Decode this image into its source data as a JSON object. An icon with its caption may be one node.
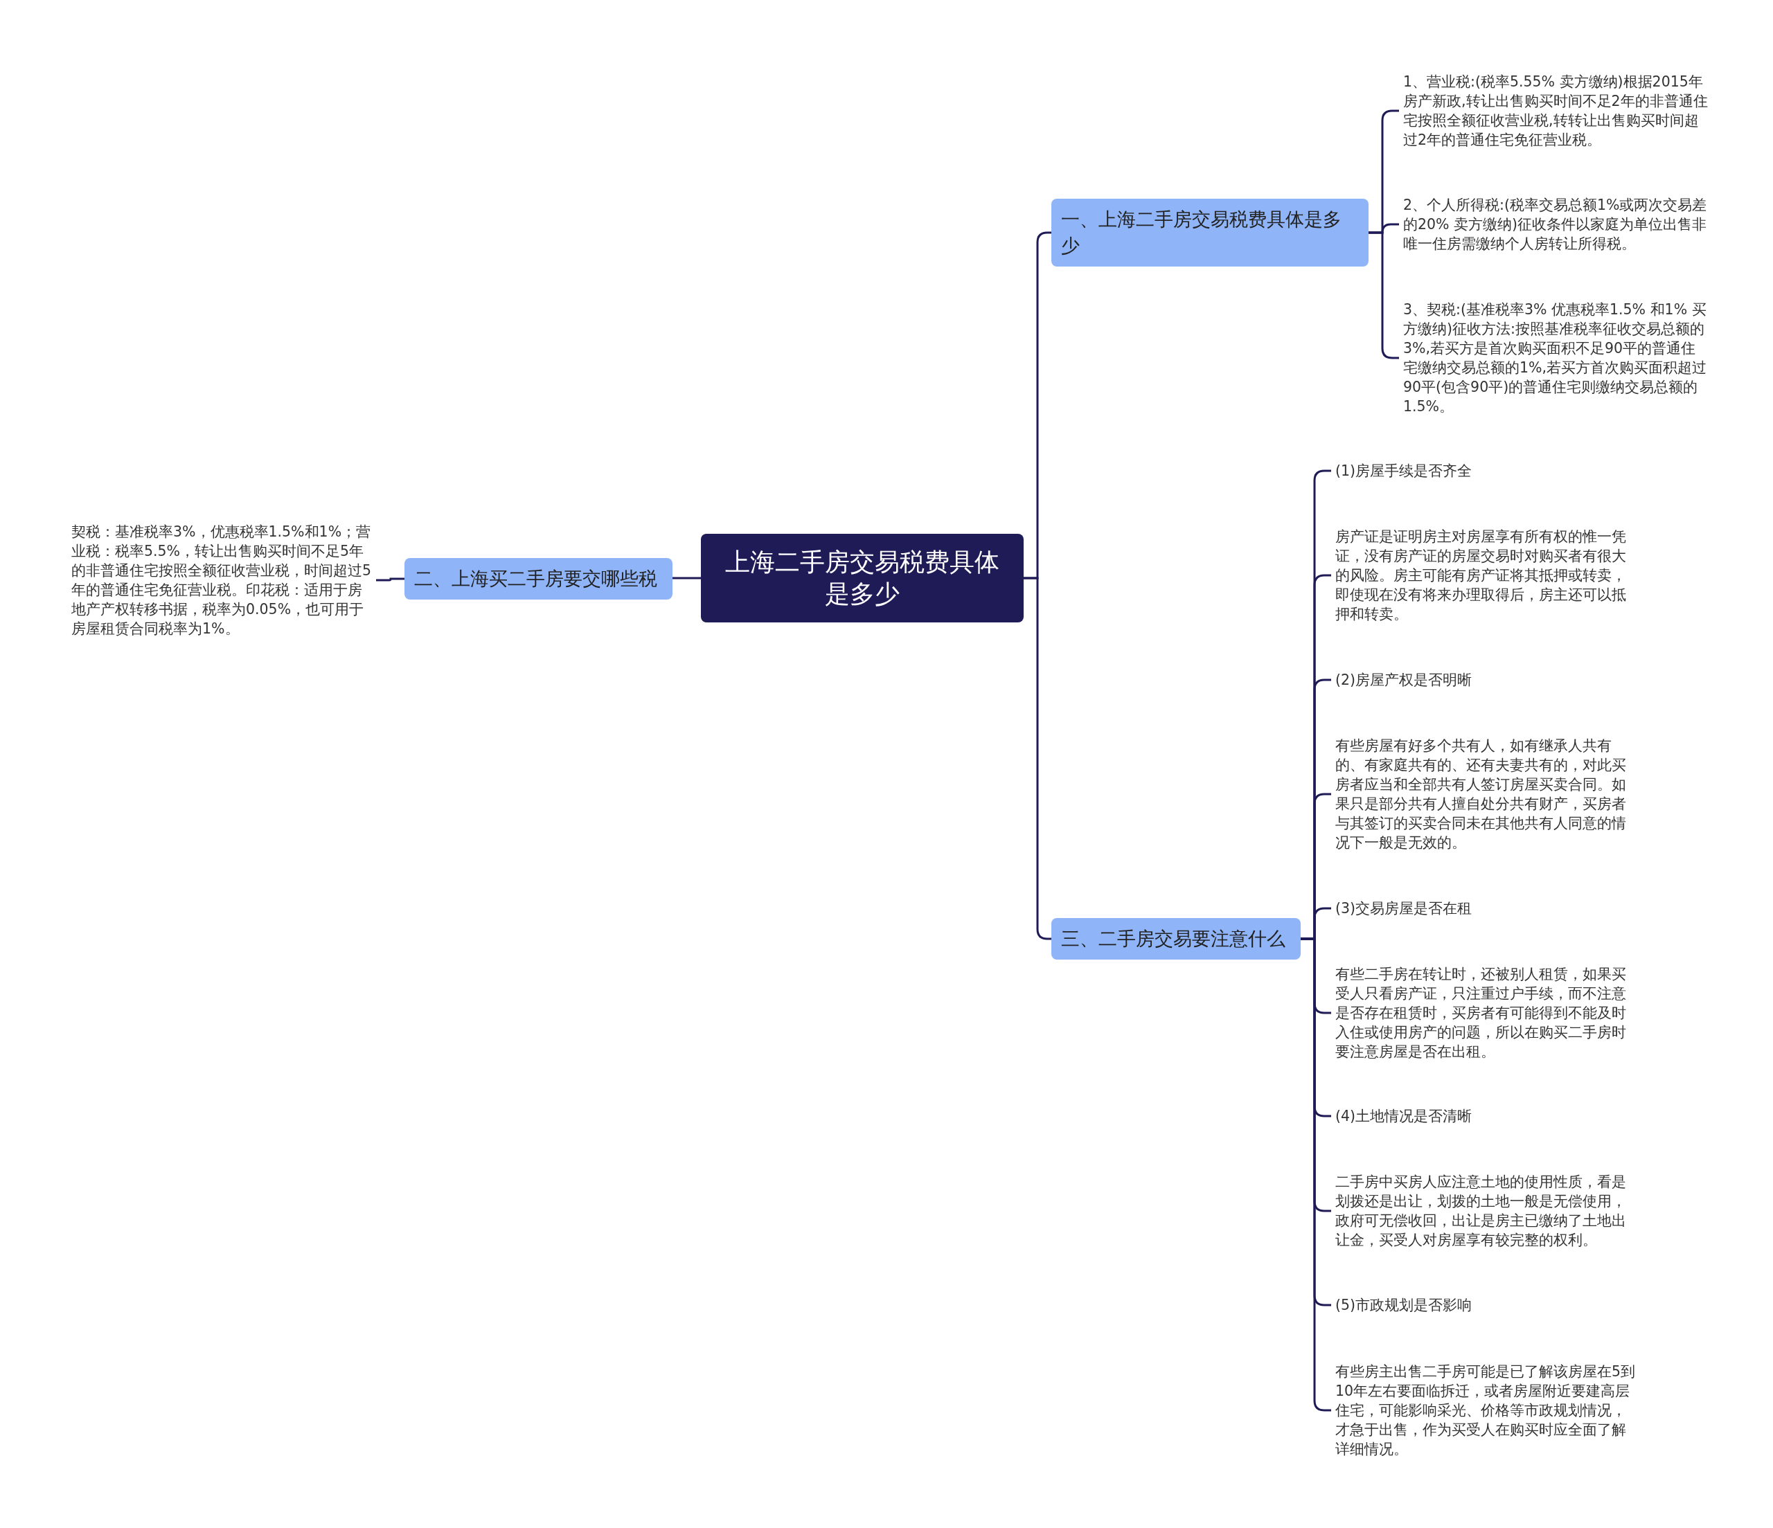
{
  "diagram": {
    "nodes": [
      {
        "text": [
          "上海二手房交易税费具体是多少"
        ]
      },
      {
        "text": [
          "一、上海二手房交易税费具体是多少"
        ]
      },
      {
        "text": [
          "1、营业税:(税率5.55% 卖方缴纳)根据2015年房产新政,转让出售购买时间不足2年的非普通住宅按照全额征收营业税,转转让出售购买时间超过2年的普通住宅免征营业税。"
        ]
      },
      {
        "text": [
          "2、个人所得税:(税率交易总额1%或两次交易差的20% 卖方缴纳)征收条件以家庭为单位出售非唯一住房需缴纳个人房转让所得税。"
        ]
      },
      {
        "text": [
          "3、契税:(基准税率3% 优惠税率1.5% 和1% 买方缴纳)征收方法:按照基准税率征收交易总额的3%,若买方是首次购买面积不足90平的普通住宅缴纳交易总额的1%,若买方首次购买面积超过90平(包含90平)的普通住宅则缴纳交易总额的1.5%。"
        ]
      },
      {
        "text": [
          "二、上海买二手房要交哪些税"
        ]
      },
      {
        "text": [
          "契税：基准税率3%，优惠税率1.5%和1%；营业税：税率5.5%，转让出售购买时间不足5年的非普通住宅按照全额征收营业税，时间超过5年的普通住宅免征营业税。印花税：适用于房地产产权转移书据，税率为0.05%，也可用于房屋租赁合同税率为1%。"
        ]
      },
      {
        "text": [
          "三、二手房交易要注意什么"
        ]
      },
      {
        "text": [
          "(1)房屋手续是否齐全"
        ]
      },
      {
        "text": [
          "房产证是证明房主对房屋享有所有权的惟一凭证，没有房产证的房屋交易时对购买者有很大的风险。房主可能有房产证将其抵押或转卖，即使现在没有将来办理取得后，房主还可以抵押和转卖。"
        ]
      },
      {
        "text": [
          "(2)房屋产权是否明晰"
        ]
      },
      {
        "text": [
          "有些房屋有好多个共有人，如有继承人共有的、有家庭共有的、还有夫妻共有的，对此买房者应当和全部共有人签订房屋买卖合同。如果只是部分共有人擅自处分共有财产，买房者与其签订的买卖合同未在其他共有人同意的情况下一般是无效的。"
        ]
      },
      {
        "text": [
          "(3)交易房屋是否在租"
        ]
      },
      {
        "text": [
          "有些二手房在转让时，还被别人租赁，如果买受人只看房产证，只注重过户手续，而不注意是否存在租赁时，买房者有可能得到不能及时入住或使用房产的问题，所以在购买二手房时要注意房屋是否在出租。"
        ]
      },
      {
        "text": [
          "(4)土地情况是否清晰"
        ]
      },
      {
        "text": [
          "二手房中买房人应注意土地的使用性质，看是划拨还是出让，划拨的土地一般是无偿使用，政府可无偿收回，出让是房主已缴纳了土地出让金，买受人对房屋享有较完整的权利。"
        ]
      },
      {
        "text": [
          "(5)市政规划是否影响"
        ]
      },
      {
        "text": [
          "有些房主出售二手房可能是已了解该房屋在5到10年左右要面临拆迁，或者房屋附近要建高层住宅，可能影响采光、价格等市政规划情况，才急于出售，作为买受人在购买时应全面了解详细情况。"
        ]
      }
    ],
    "edges": [
      {
        "from": 0,
        "to": 1,
        "arrow": "none"
      },
      {
        "from": 1,
        "to": 2,
        "arrow": "none"
      },
      {
        "from": 1,
        "to": 3,
        "arrow": "none"
      },
      {
        "from": 1,
        "to": 4,
        "arrow": "none"
      },
      {
        "from": 0,
        "to": 5,
        "arrow": "none"
      },
      {
        "from": 5,
        "to": 6,
        "arrow": "none"
      },
      {
        "from": 0,
        "to": 7,
        "arrow": "none"
      },
      {
        "from": 7,
        "to": 8,
        "arrow": "none"
      },
      {
        "from": 7,
        "to": 9,
        "arrow": "none"
      },
      {
        "from": 7,
        "to": 10,
        "arrow": "none"
      },
      {
        "from": 7,
        "to": 11,
        "arrow": "none"
      },
      {
        "from": 7,
        "to": 12,
        "arrow": "none"
      },
      {
        "from": 7,
        "to": 13,
        "arrow": "none"
      },
      {
        "from": 7,
        "to": 14,
        "arrow": "none"
      },
      {
        "from": 7,
        "to": 15,
        "arrow": "none"
      },
      {
        "from": 7,
        "to": 16,
        "arrow": "none"
      },
      {
        "from": 7,
        "to": 17,
        "arrow": "none"
      }
    ]
  }
}
